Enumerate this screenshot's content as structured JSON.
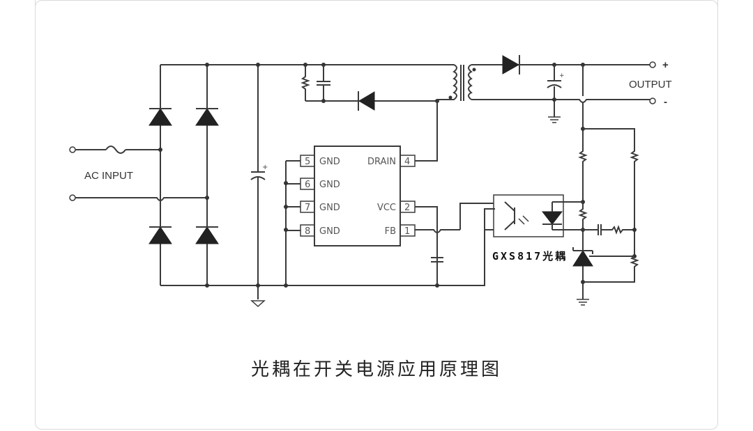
{
  "diagram": {
    "title": "光耦在开关电源应用原理图",
    "labels": {
      "ac_input": "AC INPUT",
      "output": "OUTPUT",
      "output_plus": "+",
      "output_minus": "-",
      "optocoupler": "GXS817光耦",
      "cap_plus": "+"
    },
    "ic": {
      "left_pins": [
        {
          "num": "5",
          "name": "GND"
        },
        {
          "num": "6",
          "name": "GND"
        },
        {
          "num": "7",
          "name": "GND"
        },
        {
          "num": "8",
          "name": "GND"
        }
      ],
      "right_pins": [
        {
          "num": "4",
          "name": "DRAIN"
        },
        {
          "num": "2",
          "name": "VCC"
        },
        {
          "num": "1",
          "name": "FB"
        }
      ]
    },
    "colors": {
      "line": "#3a3a3a",
      "frame": "#d9d9d9"
    }
  }
}
